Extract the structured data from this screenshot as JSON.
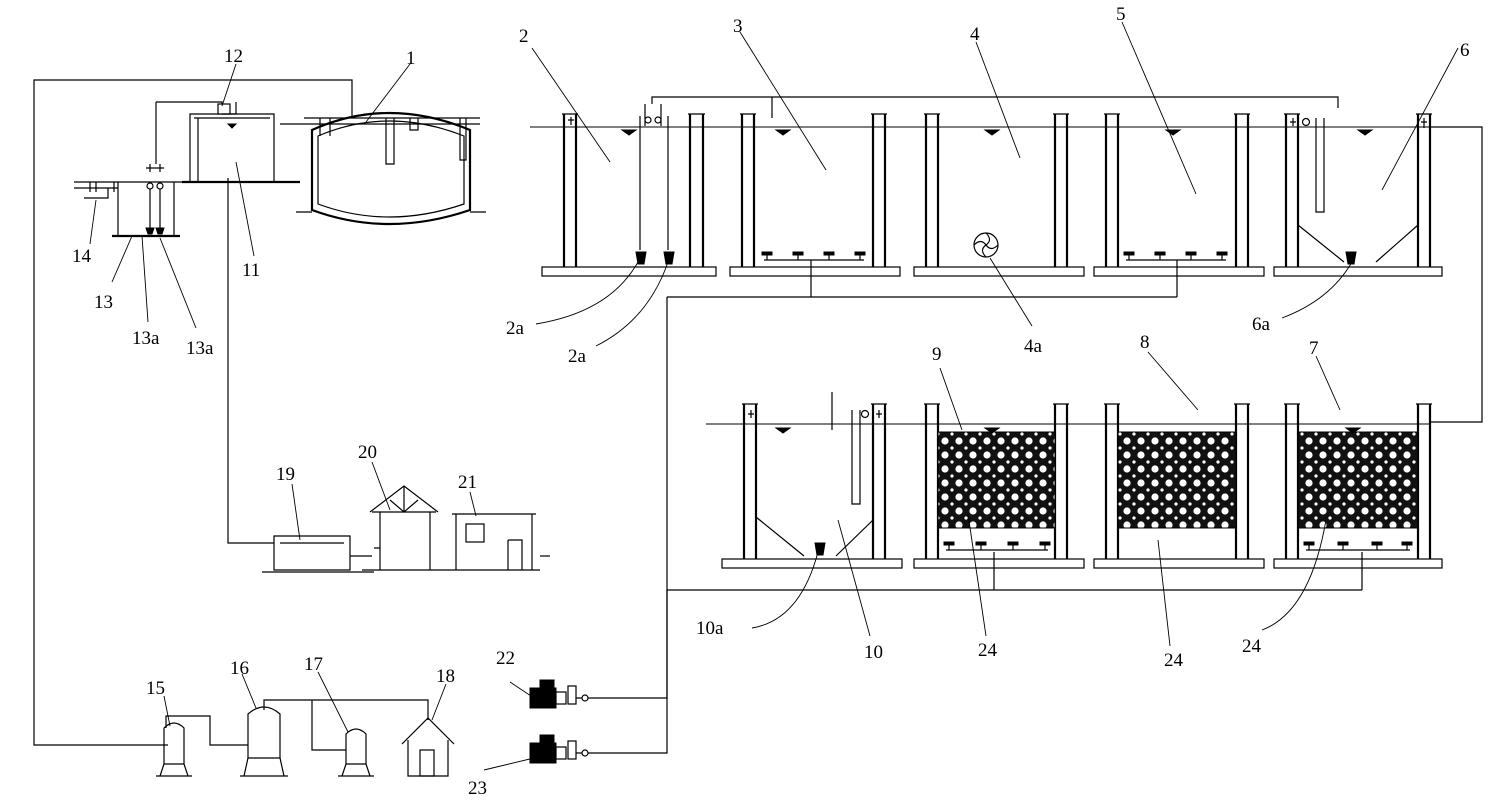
{
  "labels": {
    "l1": "1",
    "l2": "2",
    "l2a_left": "2a",
    "l2a_right": "2a",
    "l3": "3",
    "l4": "4",
    "l4a": "4a",
    "l5": "5",
    "l6": "6",
    "l6a": "6a",
    "l7": "7",
    "l8": "8",
    "l9": "9",
    "l10": "10",
    "l10a": "10a",
    "l11": "11",
    "l12": "12",
    "l13": "13",
    "l13a_left": "13a",
    "l13a_right": "13a",
    "l14": "14",
    "l15": "15",
    "l16": "16",
    "l17": "17",
    "l18": "18",
    "l19": "19",
    "l20": "20",
    "l21": "21",
    "l22": "22",
    "l23": "23",
    "l24_left": "24",
    "l24_mid": "24",
    "l24_right": "24"
  },
  "colors": {
    "line": "#000000",
    "background": "#ffffff"
  }
}
